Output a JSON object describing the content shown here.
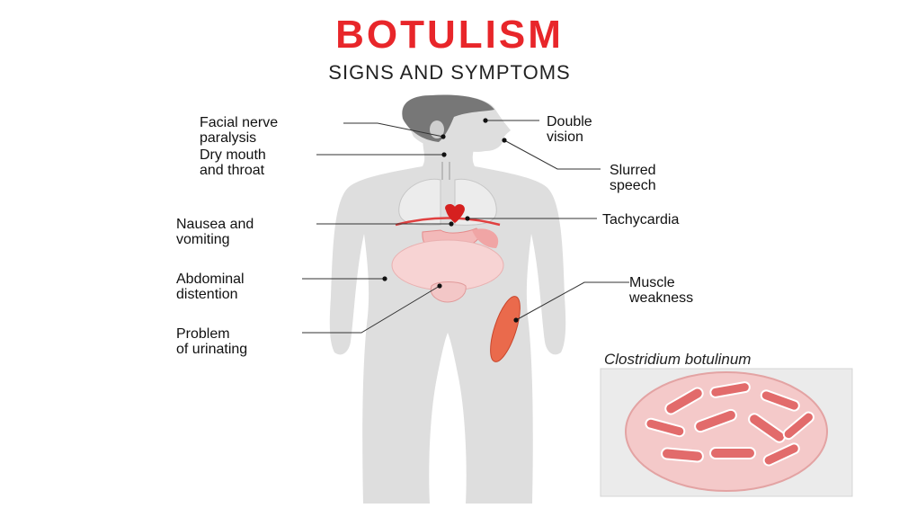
{
  "header": {
    "title": "BOTULISM",
    "subtitle": "SIGNS AND SYMPTOMS"
  },
  "labels": {
    "facial_nerve": [
      "Facial nerve",
      "paralysis"
    ],
    "dry_mouth": [
      "Dry mouth",
      "and throat"
    ],
    "nausea": [
      "Nausea and",
      "vomiting"
    ],
    "abdominal": [
      "Abdominal",
      "distention"
    ],
    "urinating": [
      "Problem",
      "of urinating"
    ],
    "double_vision": [
      "Double",
      "vision"
    ],
    "slurred": [
      "Slurred",
      "speech"
    ],
    "tachycardia": [
      "Tachycardia"
    ],
    "muscle": [
      "Muscle",
      "weakness"
    ]
  },
  "microscope": {
    "title": "Clostridium botulinum"
  },
  "colors": {
    "title": "#e8262a",
    "body": "#dedede",
    "organ": "#f3b9b9",
    "heart": "#d6201f"
  }
}
